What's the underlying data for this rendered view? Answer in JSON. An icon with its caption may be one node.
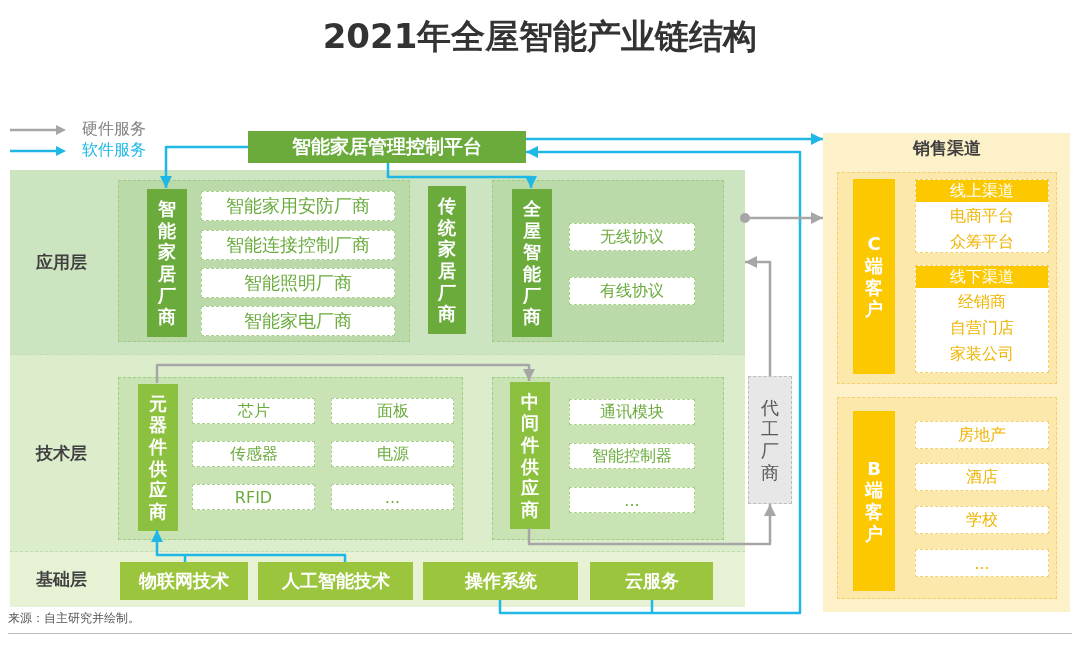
{
  "diagram": {
    "title": "2021年全屋智能产业链结构",
    "nodes": [
      {
        "text": [
          "智能家居管理控制平台"
        ]
      },
      {
        "text": [
          "应用层"
        ]
      },
      {
        "text": [],
        "shape": "box",
        "in": 1
      },
      {
        "text": [
          "智能家居厂商"
        ],
        "in": 2
      },
      {
        "text": [
          "智能家用安防厂商"
        ],
        "in": 2
      },
      {
        "text": [
          "智能连接控制厂商"
        ],
        "in": 2
      },
      {
        "text": [
          "智能照明厂商"
        ],
        "in": 2
      },
      {
        "text": [
          "智能家电厂商"
        ],
        "in": 2
      },
      {
        "text": [
          "传统家居厂商"
        ],
        "in": 1
      },
      {
        "text": [],
        "shape": "box",
        "in": 1
      },
      {
        "text": [
          "全屋智能厂商"
        ],
        "in": 9
      },
      {
        "text": [
          "无线协议"
        ],
        "in": 9
      },
      {
        "text": [
          "有线协议"
        ],
        "in": 9
      },
      {
        "text": [
          "技术层"
        ]
      },
      {
        "text": [],
        "shape": "box",
        "in": 13
      },
      {
        "text": [
          "元器件供应商"
        ],
        "in": 14
      },
      {
        "text": [
          "芯片"
        ],
        "in": 14
      },
      {
        "text": [
          "面板"
        ],
        "in": 14
      },
      {
        "text": [
          "传感器"
        ],
        "in": 14
      },
      {
        "text": [
          "电源"
        ],
        "in": 14
      },
      {
        "text": [
          "RFID"
        ],
        "in": 14
      },
      {
        "text": [
          "..."
        ],
        "in": 14
      },
      {
        "text": [],
        "shape": "box",
        "in": 13
      },
      {
        "text": [
          "中间件供应商"
        ],
        "in": 22
      },
      {
        "text": [
          "通讯模块"
        ],
        "in": 22
      },
      {
        "text": [
          "智能控制器"
        ],
        "in": 22
      },
      {
        "text": [
          "..."
        ],
        "in": 22
      },
      {
        "text": [
          "代工厂商"
        ]
      },
      {
        "text": [
          "基础层"
        ]
      },
      {
        "text": [
          "物联网技术"
        ],
        "in": 28
      },
      {
        "text": [
          "人工智能技术"
        ],
        "in": 28
      },
      {
        "text": [
          "操作系统"
        ],
        "in": 28
      },
      {
        "text": [
          "云服务"
        ],
        "in": 28
      },
      {
        "text": [
          "销售渠道"
        ]
      },
      {
        "text": [],
        "shape": "box",
        "in": 33
      },
      {
        "text": [
          "C端客户"
        ],
        "in": 34
      },
      {
        "text": [
          "线上渠道",
          "电商平台",
          "众筹平台"
        ],
        "in": 34
      },
      {
        "text": [
          "线下渠道",
          "经销商",
          "自营门店",
          "家装公司"
        ],
        "in": 34
      },
      {
        "text": [],
        "shape": "box",
        "in": 33
      },
      {
        "text": [
          "B端客户"
        ],
        "in": 38
      },
      {
        "text": [
          "房地产"
        ],
        "in": 38
      },
      {
        "text": [
          "酒店"
        ],
        "in": 38
      },
      {
        "text": [
          "学校"
        ],
        "in": 38
      },
      {
        "text": [
          "..."
        ],
        "in": 38
      }
    ],
    "edges": [
      {
        "from": 0,
        "to": 3,
        "arrow": "to"
      },
      {
        "from": 0,
        "to": 10,
        "arrow": "to"
      },
      {
        "from": 0,
        "to": 33,
        "arrow": "to"
      },
      {
        "from": 31,
        "to": 0,
        "arrow": "to"
      },
      {
        "from": 32,
        "to": 0,
        "arrow": "to"
      },
      {
        "from": 29,
        "to": 15,
        "arrow": "to"
      },
      {
        "from": 30,
        "to": 15,
        "arrow": "to"
      },
      {
        "from": 15,
        "to": 23,
        "arrow": "to",
        "color": "#a6a6a6"
      },
      {
        "from": 23,
        "to": 27,
        "arrow": "to",
        "color": "#a6a6a6"
      },
      {
        "from": 27,
        "to": 1,
        "arrow": "to",
        "color": "#a6a6a6"
      },
      {
        "from": 1,
        "to": 33,
        "arrow": "to",
        "color": "#a6a6a6"
      }
    ],
    "labels": [
      "来源：自主研究并绘制。"
    ],
    "legend": [
      {
        "text": "硬件服务",
        "color": "#a6a6a6"
      },
      {
        "text": "软件服务",
        "color": "#1fb8e6"
      }
    ]
  }
}
